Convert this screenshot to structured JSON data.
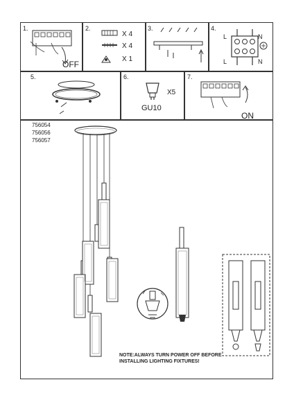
{
  "steps": [
    {
      "number": "1.",
      "state": "OFF"
    },
    {
      "number": "2.",
      "parts": [
        {
          "qty": "X 4"
        },
        {
          "qty": "X 4"
        },
        {
          "qty": "X 1"
        }
      ]
    },
    {
      "number": "3."
    },
    {
      "number": "4.",
      "terminals": {
        "l_top": "L",
        "n_top": "N",
        "l_bottom": "L",
        "n_bottom": "N"
      }
    },
    {
      "number": "5."
    },
    {
      "number": "6.",
      "lamp_type": "GU10",
      "lamp_qty": "X5"
    },
    {
      "number": "7.",
      "state": "ON"
    }
  ],
  "models": [
    "756054",
    "756056",
    "756057"
  ],
  "note": {
    "line1": "NOTE:ALWAYS TURN POWER OFF BEFORE",
    "line2": "INSTALLING LIGHTING FIXTURES!"
  }
}
